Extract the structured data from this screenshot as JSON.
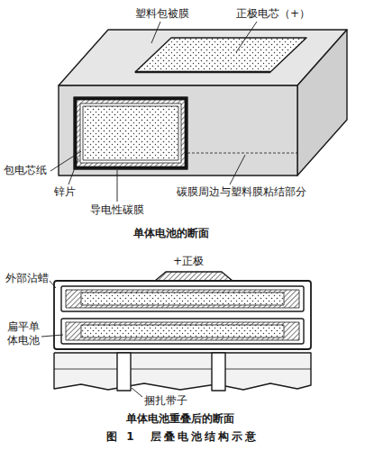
{
  "diagram": {
    "caption": "图 1　层叠电池结构示意",
    "labels": [
      "塑料包被膜",
      "正极电芯（+）",
      "包电芯纸",
      "锌片",
      "导电性碳膜",
      "碳膜周边与塑料膜粘结部分",
      "单体电池的断面",
      "+正极",
      "外部沾蜡",
      "扁平单 体电池",
      "捆扎带子",
      "单体电池重叠后的断面"
    ]
  }
}
